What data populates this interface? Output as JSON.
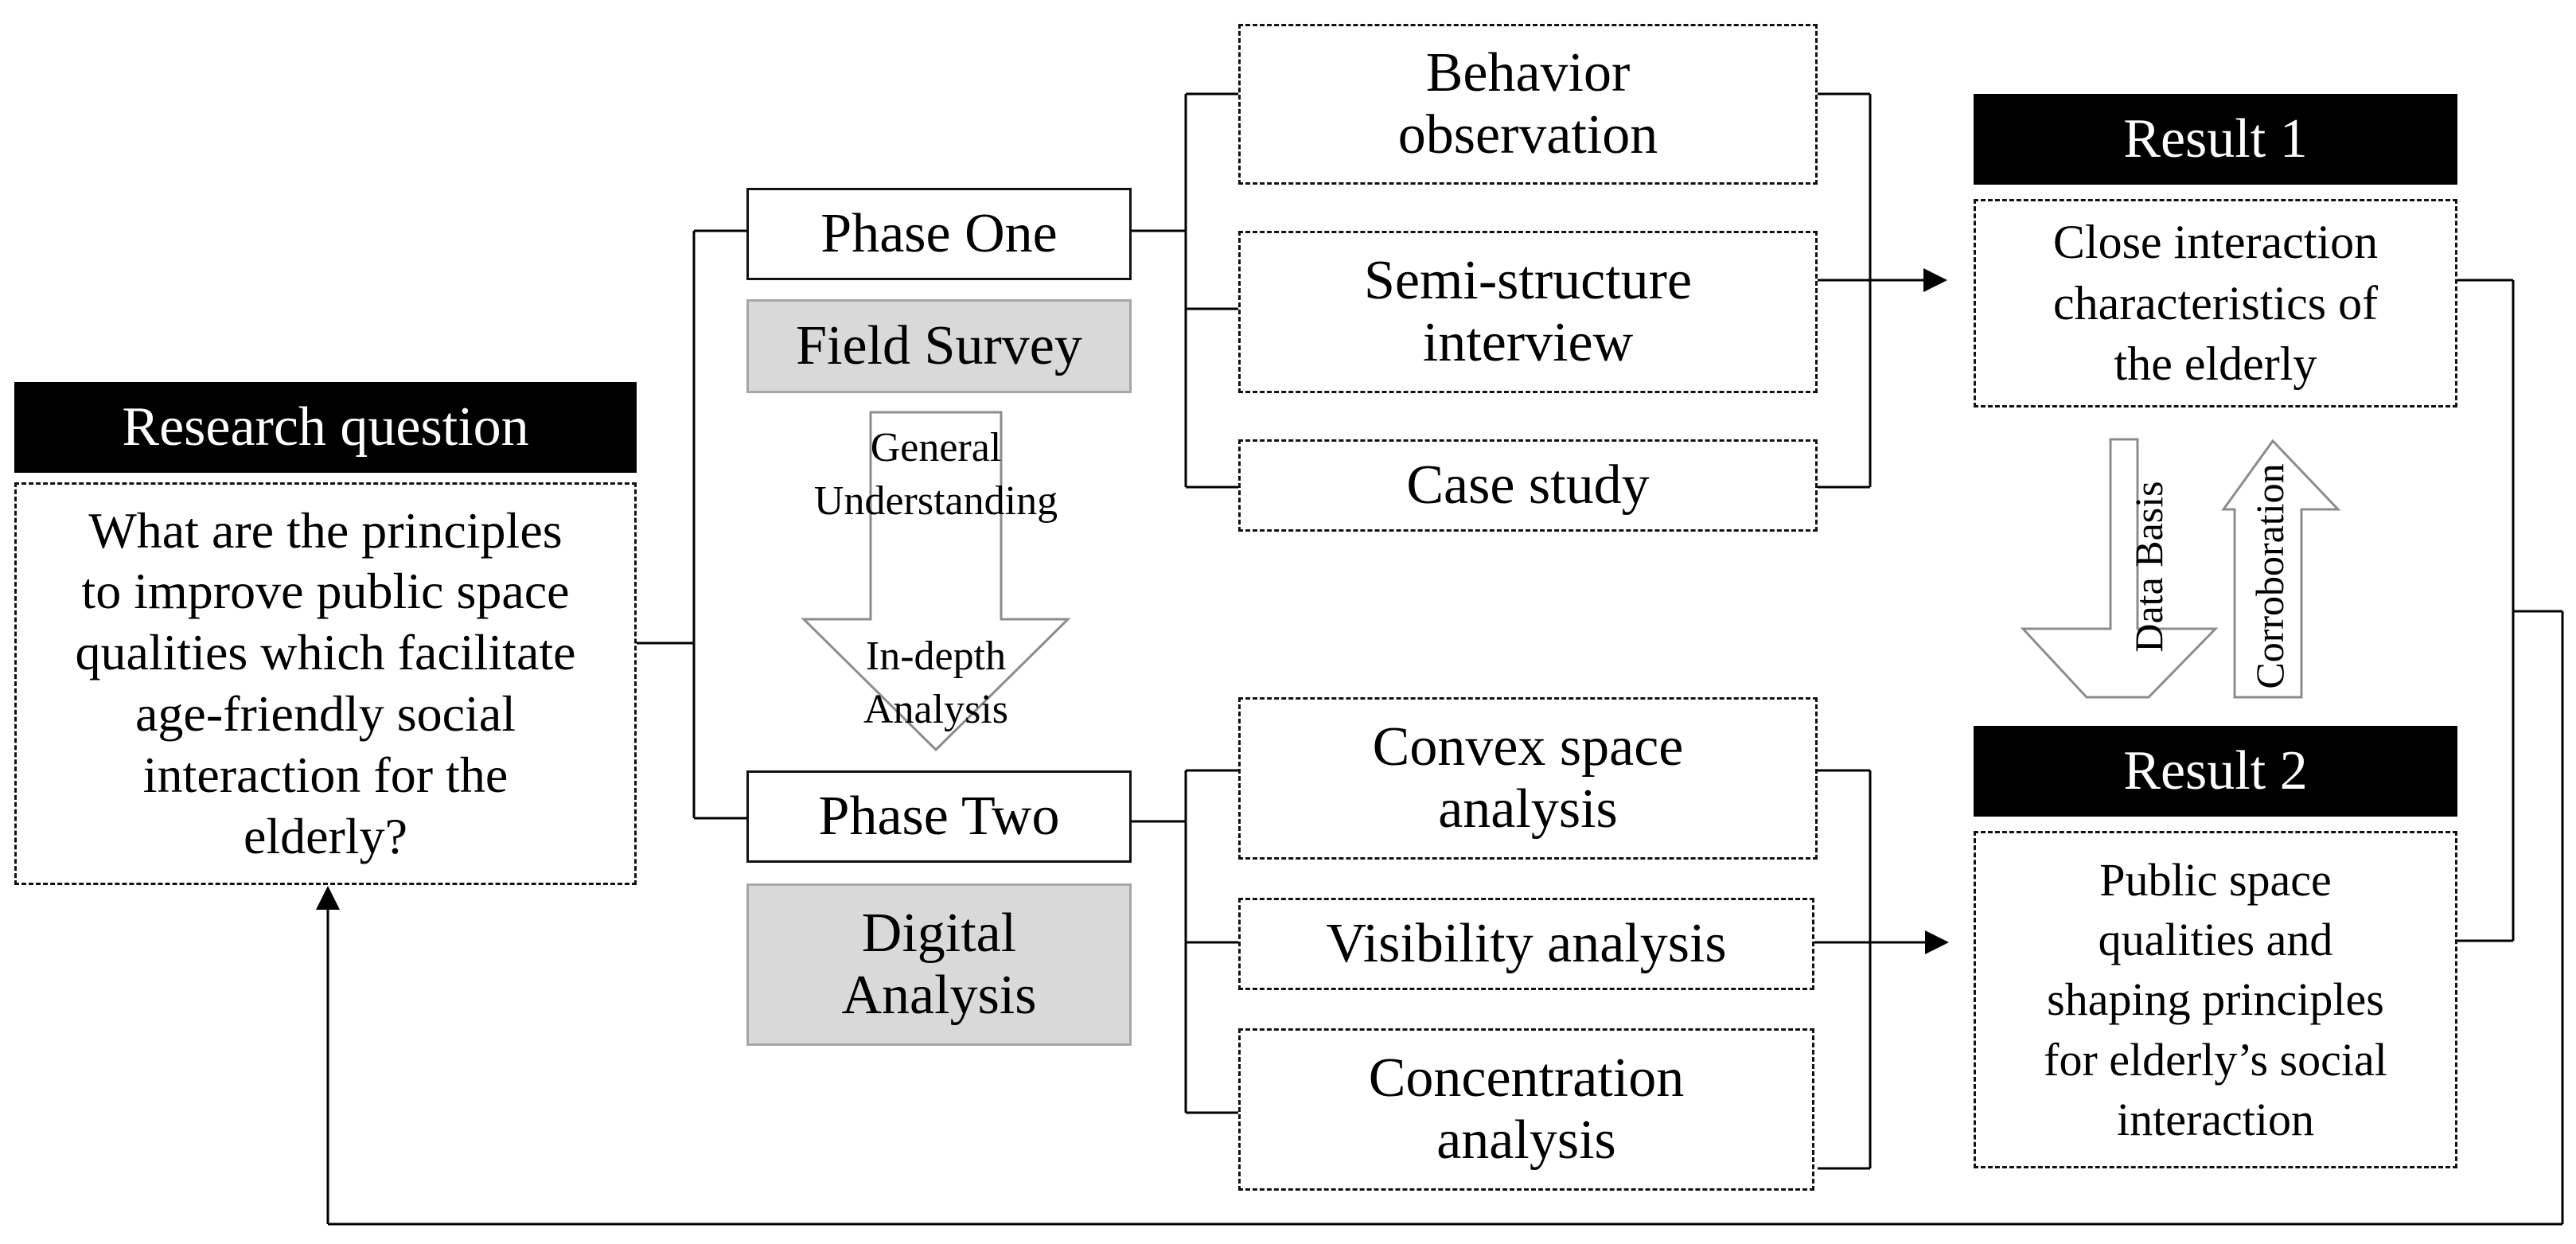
{
  "research": {
    "header": "Research question",
    "question": "What are the principles\nto improve public space\nqualities which facilitate\nage-friendly social\ninteraction for the\nelderly?"
  },
  "phase_one": {
    "label": "Phase One",
    "method": "Field Survey",
    "items": [
      "Behavior\nobservation",
      "Semi-structure\ninterview",
      "Case study"
    ]
  },
  "transition": {
    "top_label": "General\nUnderstanding",
    "bottom_label": "In-depth\nAnalysis"
  },
  "phase_two": {
    "label": "Phase Two",
    "method": "Digital\nAnalysis",
    "items": [
      "Convex space\nanalysis",
      "Visibility analysis",
      "Concentration\nanalysis"
    ]
  },
  "result1": {
    "header": "Result 1",
    "text": "Close interaction\ncharacteristics of\nthe elderly"
  },
  "result2": {
    "header": "Result 2",
    "text": "Public space\nqualities and\nshaping principles\nfor elderly’s social\ninteraction"
  },
  "links": {
    "down_label": "Data Basis",
    "up_label": "Corroboration"
  },
  "colors": {
    "header_bg": "#000000",
    "method_bg": "#d9d9d9",
    "arrow_outline": "#8c8c8c"
  }
}
